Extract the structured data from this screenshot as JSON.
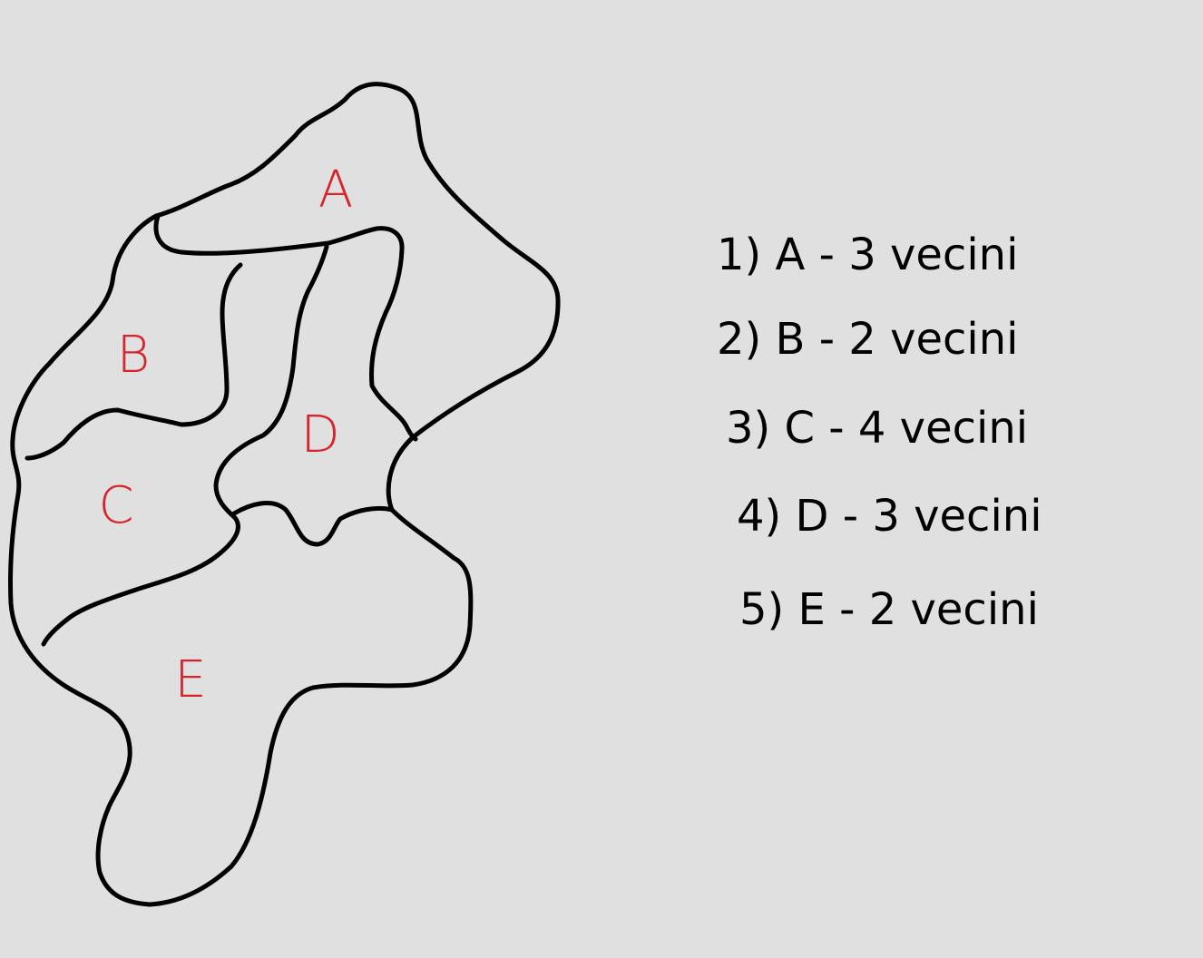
{
  "regions": [
    {
      "id": "A",
      "label": "A"
    },
    {
      "id": "B",
      "label": "B"
    },
    {
      "id": "C",
      "label": "C"
    },
    {
      "id": "D",
      "label": "D"
    },
    {
      "id": "E",
      "label": "E"
    }
  ],
  "label_color": "#d8232a",
  "stroke_color": "#000000",
  "notes": [
    "1) A - 3 vecini",
    "2) B - 2 vecini",
    "3) C - 4 vecini",
    "4) D - 3 vecini",
    "5) E - 2 vecini"
  ]
}
